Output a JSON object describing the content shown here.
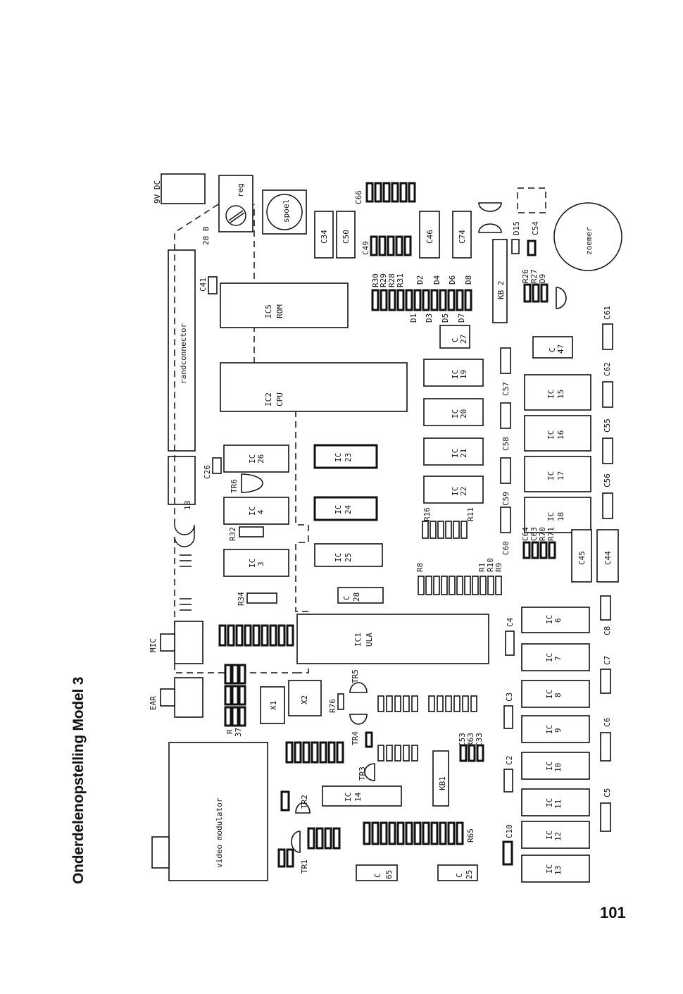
{
  "page": {
    "title": "Onderdelenopstelling Model 3",
    "number": "101"
  },
  "connectors": {
    "power": "9V DC",
    "reg": "reg",
    "edge": "randconnector",
    "pin28": "28 B",
    "pin1": "1B",
    "mic": "MIC",
    "ear": "EAR",
    "spoel": "spoel",
    "zoemer": "zoemer",
    "video": "video modulator"
  },
  "ics": {
    "rom": [
      "IC5",
      "ROM"
    ],
    "cpu": [
      "IC2",
      "CPU"
    ],
    "ula": [
      "IC1",
      "ULA"
    ],
    "ic26": [
      "IC",
      "26"
    ],
    "ic4": [
      "IC",
      "4"
    ],
    "ic3": [
      "IC",
      "3"
    ],
    "ic23": [
      "IC",
      "23"
    ],
    "ic24": [
      "IC",
      "24"
    ],
    "ic25": [
      "IC",
      "25"
    ],
    "ic19": [
      "IC",
      "19"
    ],
    "ic20": [
      "IC",
      "20"
    ],
    "ic21": [
      "IC",
      "21"
    ],
    "ic22": [
      "IC",
      "22"
    ],
    "ic15": [
      "IC",
      "15"
    ],
    "ic16": [
      "IC",
      "16"
    ],
    "ic17": [
      "IC",
      "17"
    ],
    "ic18": [
      "IC",
      "18"
    ],
    "ic6": [
      "IC",
      "6"
    ],
    "ic7": [
      "IC",
      "7"
    ],
    "ic8": [
      "IC",
      "8"
    ],
    "ic9": [
      "IC",
      "9"
    ],
    "ic10": [
      "IC",
      "10"
    ],
    "ic11": [
      "IC",
      "11"
    ],
    "ic12": [
      "IC",
      "12"
    ],
    "ic13": [
      "IC",
      "13"
    ],
    "ic14": [
      "IC",
      "14"
    ],
    "kb1": "KB1",
    "kb2": "KB 2",
    "c28": [
      "C",
      "28"
    ],
    "c27": [
      "C",
      "27"
    ],
    "c47": [
      "C",
      "47"
    ],
    "c65": [
      "C",
      "65"
    ],
    "c25": [
      "C",
      "25"
    ]
  },
  "labels": {
    "c34": "C34",
    "c50": "C50",
    "c46": "C46",
    "c74": "C74",
    "c66": "C66",
    "c49": "C49",
    "r30": "R30",
    "r29": "R29",
    "r28": "R28",
    "r31": "R31",
    "d2": "D2",
    "d4": "D4",
    "d6": "D6",
    "d8": "D8",
    "d1": "D1",
    "d3": "D3",
    "d5": "D5",
    "d7": "D7",
    "d15": "D15",
    "c54": "C54",
    "r26": "R26",
    "r27": "R27",
    "d9": "D9",
    "c41": "C41",
    "c26": "C26",
    "tr6": "TR6",
    "r32": "R32",
    "r34": "R34",
    "r16": "R16",
    "r11": "R11",
    "r8": "R8",
    "r1": "R1",
    "r10": "R10",
    "r9": "R9",
    "c57": "C57",
    "c58": "C58",
    "c59": "C59",
    "c60": "C60",
    "c64": "C64",
    "c63": "C63",
    "r70": "R70",
    "r71": "R71",
    "c45": "C45",
    "c44": "C44",
    "c61": "C61",
    "c62": "C62",
    "c55": "C55",
    "c56": "C56",
    "c4": "C4",
    "c8": "C8",
    "c3": "C3",
    "c7": "C7",
    "c6": "C6",
    "c2": "C2",
    "c5": "C5",
    "c10": "C10",
    "tr5": "TR5",
    "r76": "R76",
    "tr4": "TR4",
    "tr3": "TR3",
    "c53": "C53",
    "r63": "R63",
    "c33": "C33",
    "x1": "X1",
    "x2": "X2",
    "r37a": "R",
    "r37b": "37",
    "tr2": "TR2",
    "tr1": "TR1",
    "r65": "R65"
  }
}
